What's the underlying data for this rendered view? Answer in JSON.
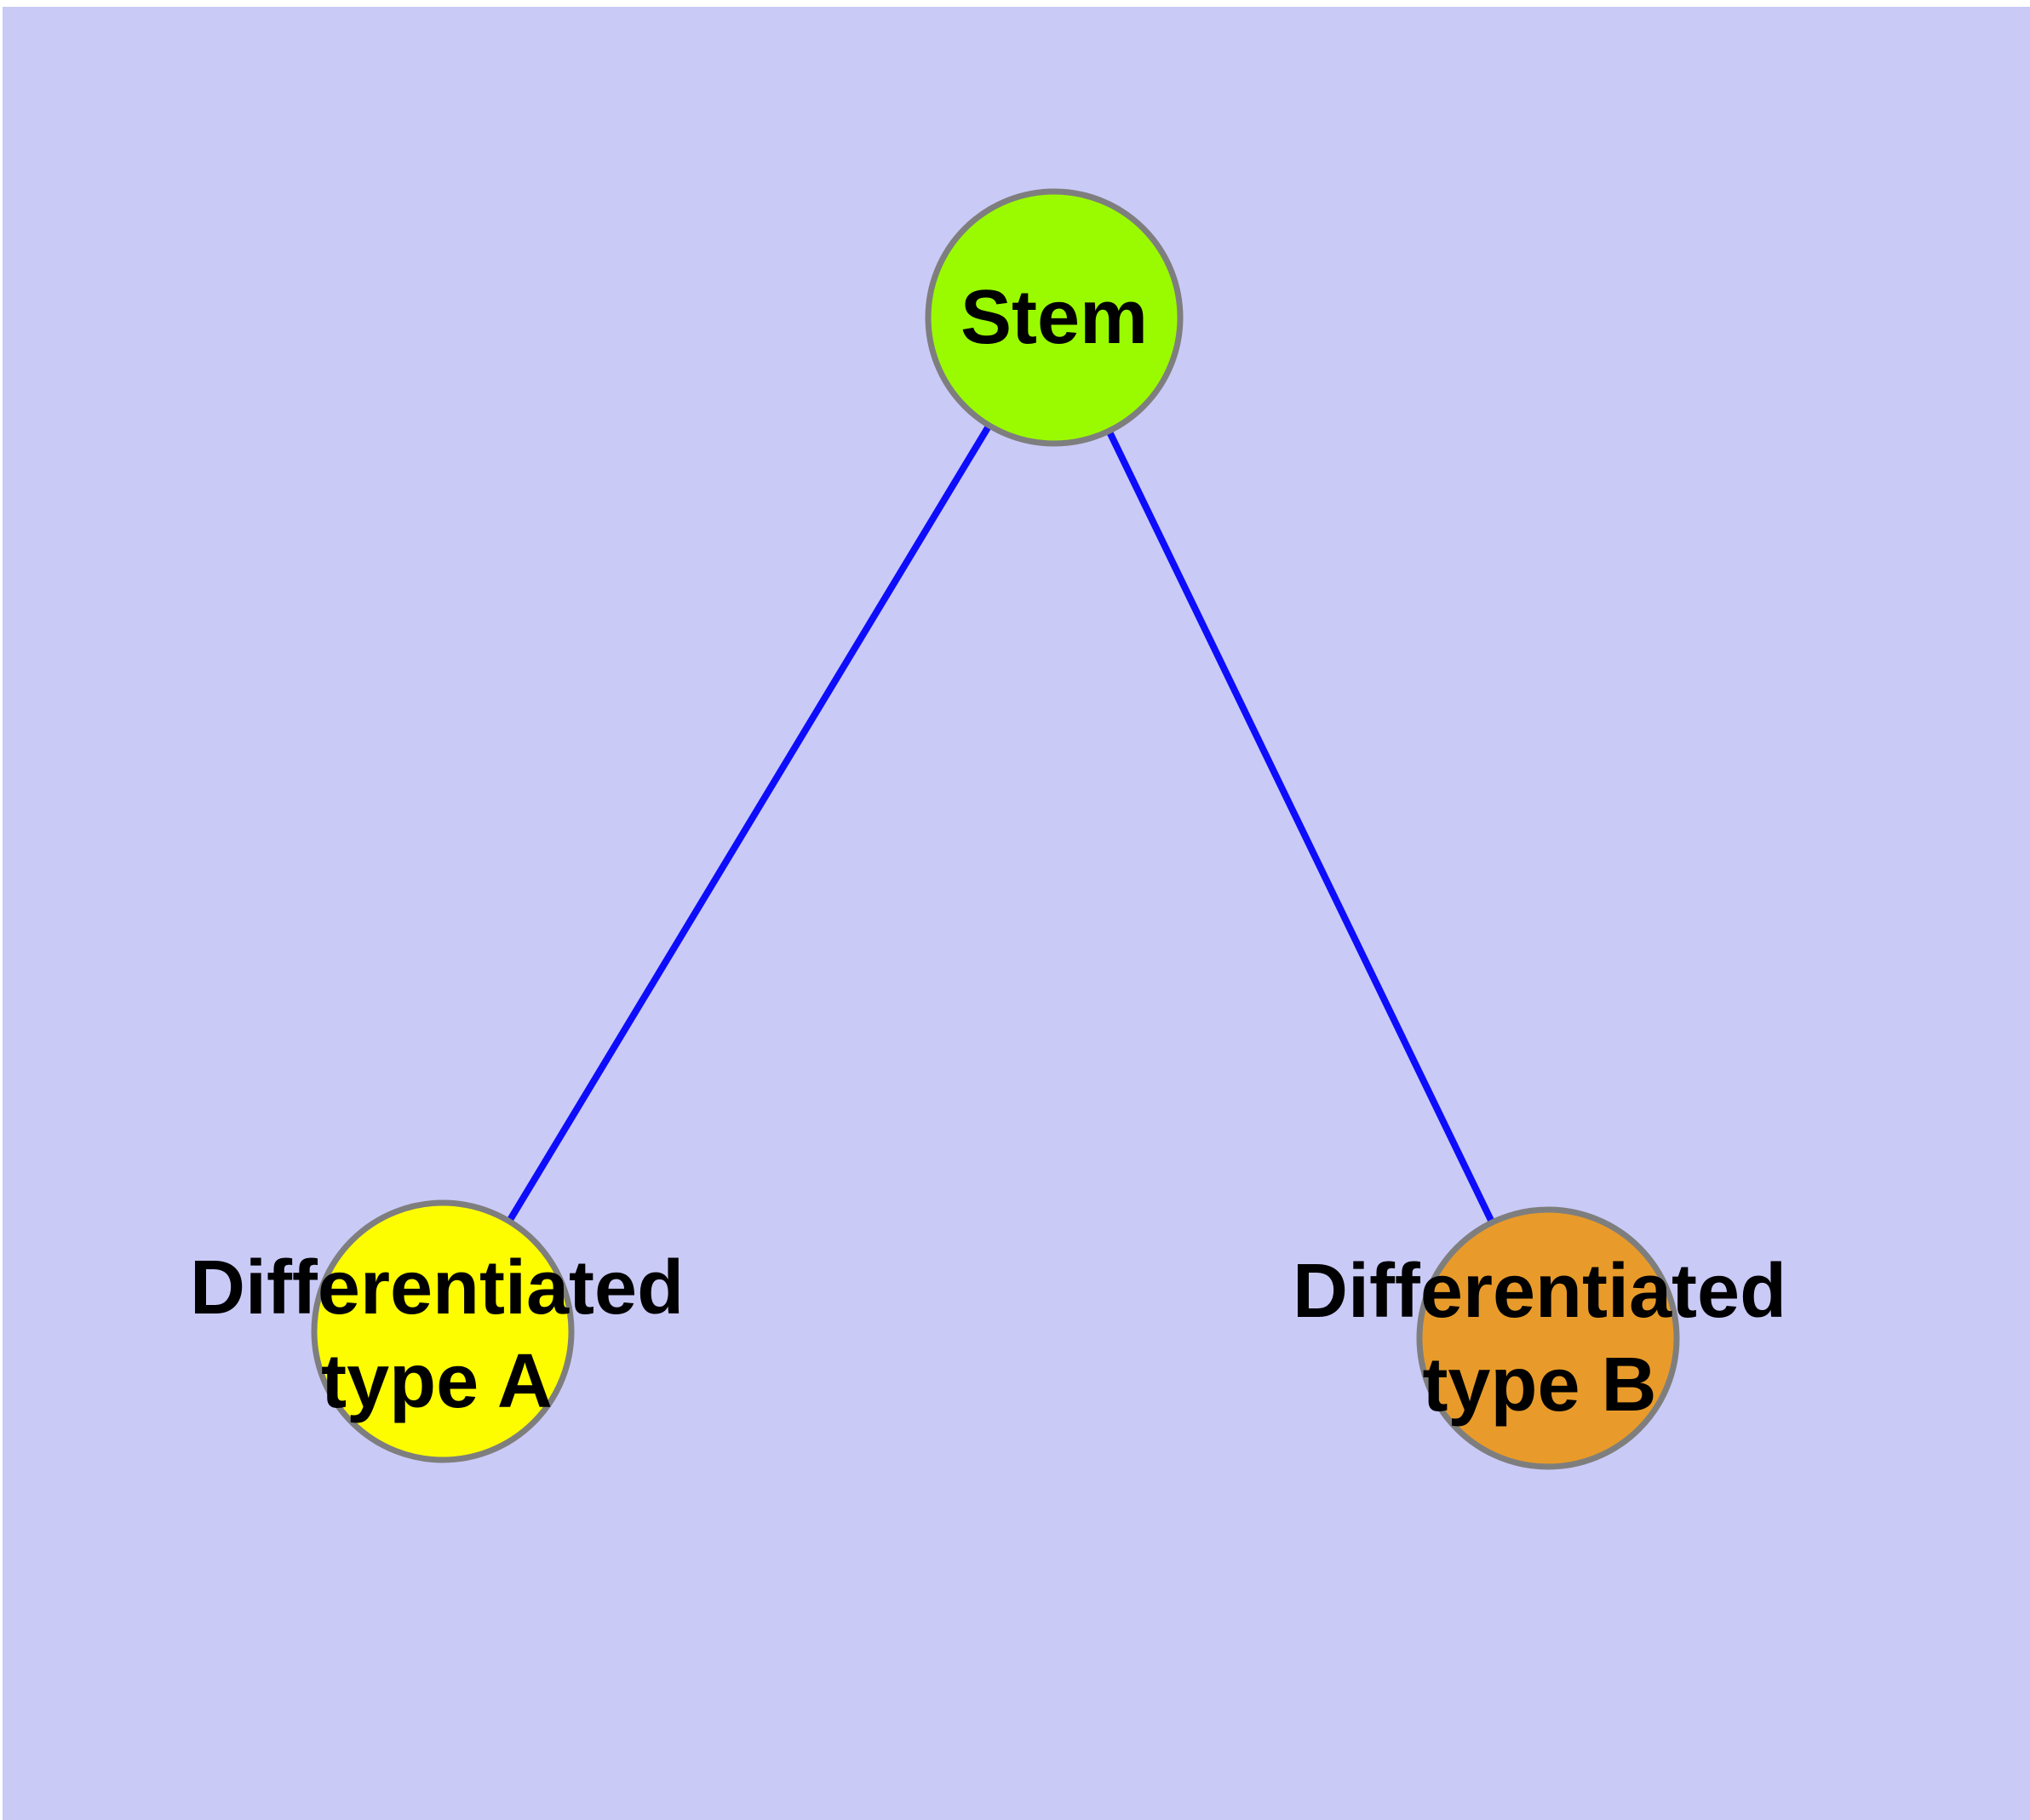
{
  "figure": {
    "type": "network-diagram",
    "background_color": "#ffffff",
    "panel_color": "#cacaf7",
    "label_color": "#000000"
  },
  "graph": {
    "nodes": [
      {
        "id": "stem",
        "label": "Stem",
        "shape": "circle",
        "fill_color": "#9afb00",
        "border_color": "#7e7e7e"
      },
      {
        "id": "differentiated-type-a",
        "label": "Differentiated type A",
        "label_line1": "Differentiated",
        "label_line2": "type A",
        "shape": "circle",
        "fill_color": "#fdfd00",
        "border_color": "#7e7e7e"
      },
      {
        "id": "differentiated-type-b",
        "label": "Differentiated type B",
        "label_line1": "Differentiated",
        "label_line2": "type B",
        "shape": "circle",
        "fill_color": "#e89b2a",
        "border_color": "#7e7e7e"
      }
    ],
    "edges": [
      {
        "from": "Stem",
        "to": "Differentiated type A"
      },
      {
        "from": "Stem",
        "to": "Differentiated type B"
      }
    ],
    "edge_style": {
      "color": "#0d0dfc",
      "arrows": "none"
    }
  }
}
